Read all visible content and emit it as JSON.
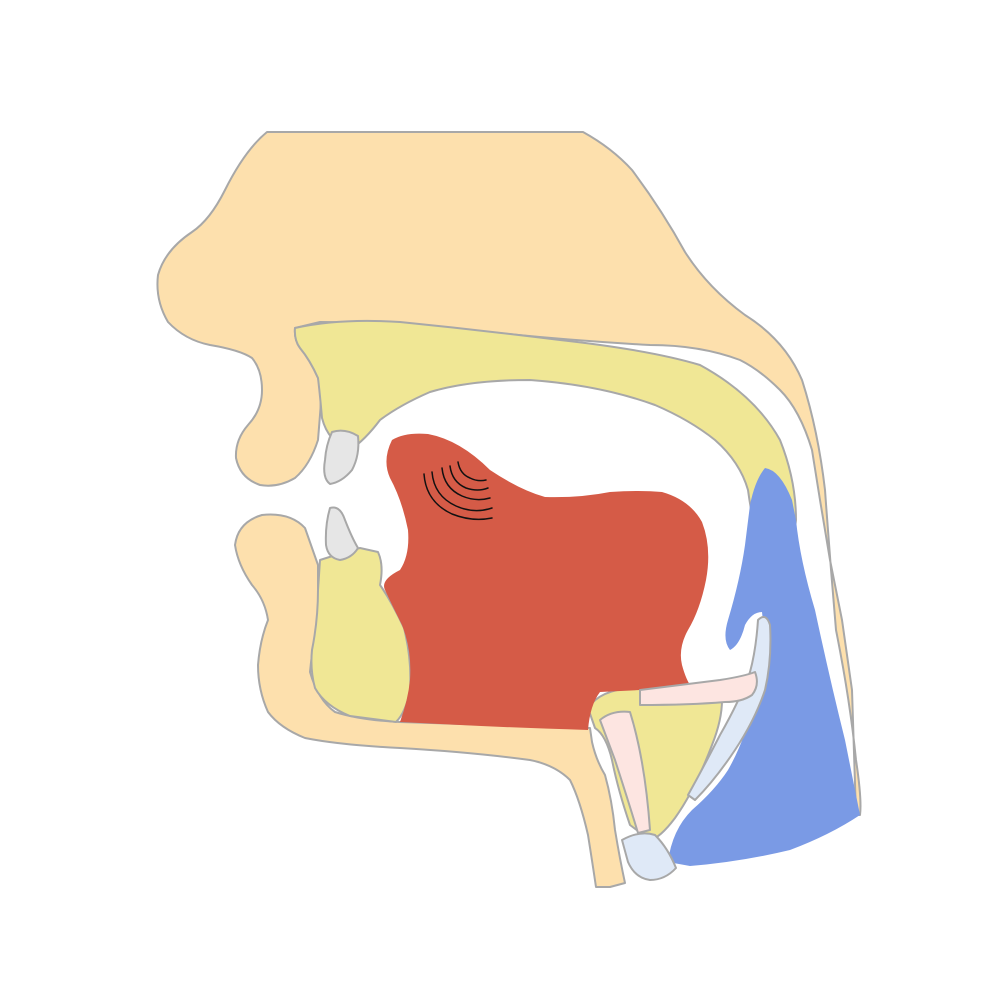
{
  "diagram": {
    "colors": {
      "skin": "#fde0ad",
      "bone": "#f0e795",
      "tongue": "#d55b47",
      "pharynx": "#7a9ae5",
      "teeth": "#e6e6e6",
      "cartilage": "#fde5e1",
      "trachea_cartilage": "#dfe9f7",
      "outline": "#a8a8a8",
      "vibration_mark": "#111111"
    },
    "parts": [
      "head-skin",
      "hard-palate-and-velum",
      "upper-incisor",
      "lower-incisor",
      "mandible",
      "tongue",
      "pharynx",
      "epiglottis",
      "hyoid",
      "thyroid-cartilage",
      "cricoid-cartilage",
      "tongue-vibration-mark"
    ]
  }
}
